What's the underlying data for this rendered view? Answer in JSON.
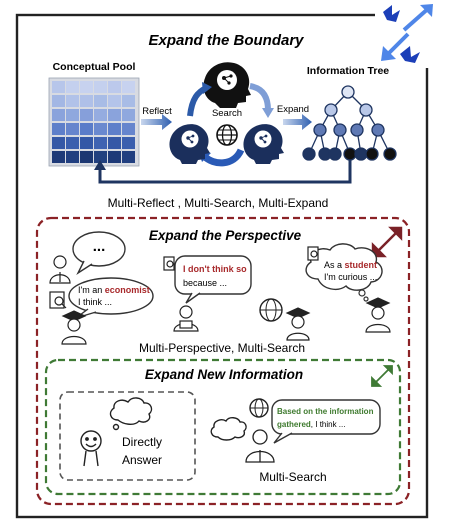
{
  "section_top": {
    "title": "Expand the Boundary",
    "conceptual_pool_label": "Conceptual Pool",
    "information_tree_label": "Information Tree",
    "reflect_label": "Reflect",
    "search_label": "Search",
    "expand_label": "Expand",
    "caption": "Multi-Reflect , Multi-Search, Multi-Expand"
  },
  "section_perspective": {
    "title": "Expand the Perspective",
    "bubble_dots": "...",
    "economist_line1_prefix": "I'm an ",
    "economist_line1_highlight": "economist",
    "economist_line2": "I think ...",
    "disagree_line1": "I don't think so",
    "disagree_line2": "because ...",
    "student_line1_prefix": "As a ",
    "student_line1_highlight": "student",
    "student_line2": "I'm curious ...",
    "caption": "Multi-Perspective, Multi-Search"
  },
  "section_new_info": {
    "title": "Expand New Information",
    "direct_line1": "Directly",
    "direct_line2": "Answer",
    "info_line1": "Based on the information",
    "info_line2_highlight": "gathered",
    "info_line2_suffix": ", I think ...",
    "caption": "Multi-Search"
  },
  "colors": {
    "highlight_red": "#a8292b",
    "highlight_green": "#3e7a2e",
    "dashed_red": "#8b2226",
    "dashed_green": "#3f7a35",
    "blue_dark": "#1f3561",
    "blue_arrow": "#2f5fb3"
  }
}
